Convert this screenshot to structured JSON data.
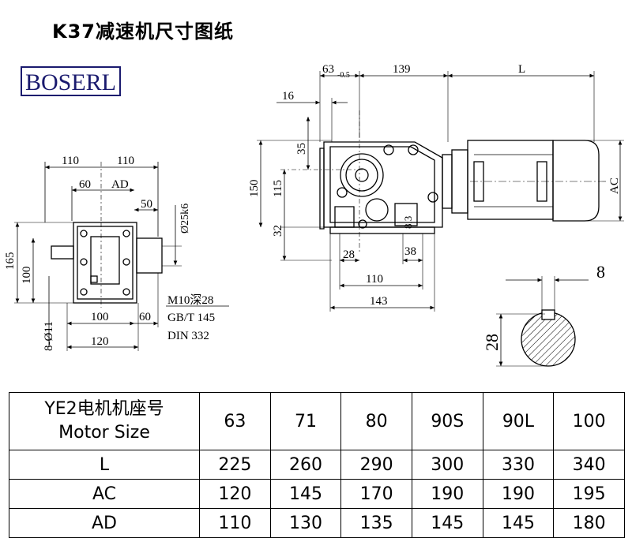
{
  "title": "K37减速机尺寸图纸",
  "logo": "BOSERL",
  "left_view": {
    "dim_top_left": "110",
    "dim_top_right": "110",
    "dim_60": "60",
    "dim_ad": "AD",
    "dim_50": "50",
    "dim_shaft": "Ø25k6",
    "dim_165": "165",
    "dim_100_v": "100",
    "dim_holes": "8-Ø11",
    "dim_100_h": "100",
    "dim_60_b": "60",
    "dim_120": "120",
    "note_1": "M10深28",
    "note_2": "GB/T 145",
    "note_3": "DIN 332"
  },
  "main_view": {
    "dim_63": "63",
    "dim_63_tol": "-0.5",
    "dim_139": "139",
    "dim_l": "L",
    "dim_16": "16",
    "dim_35": "35",
    "dim_150": "150",
    "dim_115": "115",
    "dim_32": "32",
    "dim_28": "28",
    "dim_38": "38",
    "dim_8_3": "8.3",
    "dim_110": "110",
    "dim_143": "143",
    "dim_ac": "AC"
  },
  "shaft_section": {
    "dim_key": "8",
    "dim_height": "28"
  },
  "table": {
    "header_line1": "YE2电机机座号",
    "header_line2": "Motor Size",
    "sizes": [
      "63",
      "71",
      "80",
      "90S",
      "90L",
      "100"
    ],
    "rows": [
      {
        "label": "L",
        "values": [
          "225",
          "260",
          "290",
          "300",
          "330",
          "340"
        ]
      },
      {
        "label": "AC",
        "values": [
          "120",
          "145",
          "170",
          "190",
          "190",
          "195"
        ]
      },
      {
        "label": "AD",
        "values": [
          "110",
          "130",
          "135",
          "145",
          "145",
          "180"
        ]
      }
    ]
  }
}
